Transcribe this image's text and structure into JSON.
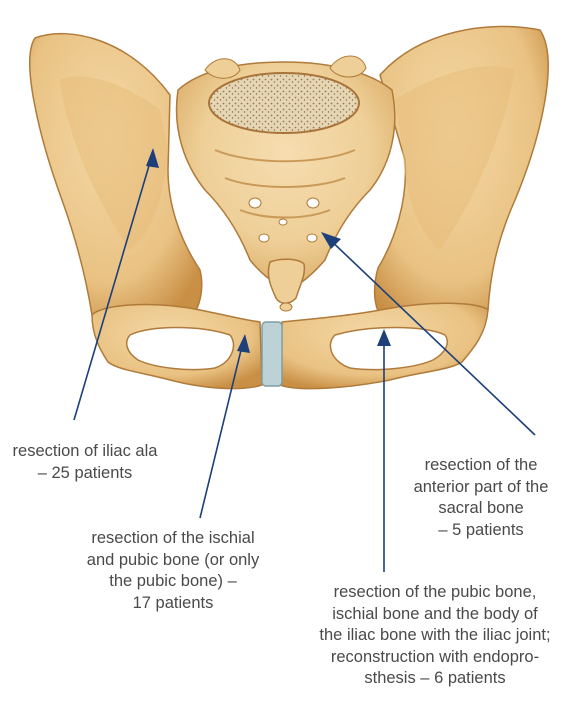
{
  "colors": {
    "bone": "#eecf97",
    "bone_shade": "#cf9a52",
    "bone_dark": "#a8743a",
    "cartilage": "#bcd2d6",
    "arrow": "#1d3f7a",
    "text": "#4a4a4a"
  },
  "labels": {
    "iliac_ala": [
      "resection of iliac ala",
      "– 25 patients"
    ],
    "sacral": [
      "resection of the",
      "anterior part of the",
      "sacral bone",
      "– 5 patients"
    ],
    "ischial_pubic": [
      "resection of the ischial",
      "and pubic bone (or only",
      "the pubic bone) –",
      "17 patients"
    ],
    "pubic_ischial_iliac": [
      "resection of the pubic bone,",
      "ischial bone and the body of",
      "the iliac bone with the iliac joint;",
      "reconstruction with endopro-",
      "sthesis – 6 patients"
    ]
  }
}
